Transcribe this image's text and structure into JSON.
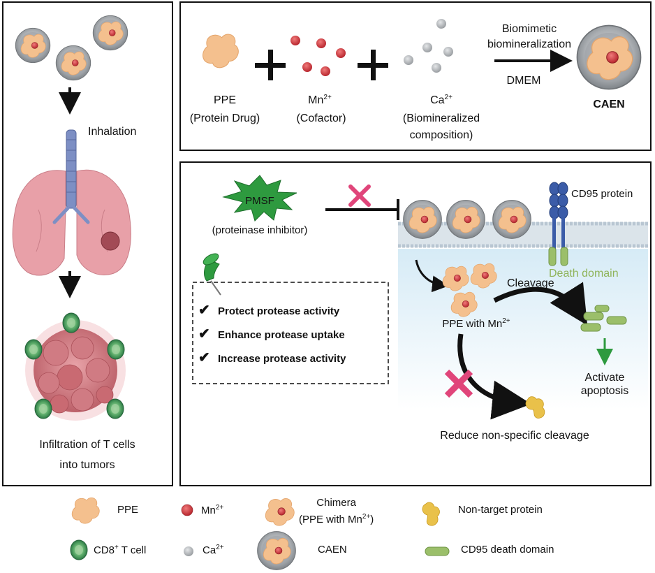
{
  "panel_left": {
    "step_inhalation": "Inhalation",
    "caption_line1": "Infiltration of T cells",
    "caption_line2": "into tumors"
  },
  "panel_top": {
    "ppe_name": "PPE",
    "ppe_desc": "(Protein Drug)",
    "mn_name": "Mn",
    "mn_sup": "2+",
    "mn_desc": "(Cofactor)",
    "ca_name": "Ca",
    "ca_sup": "2+",
    "ca_desc_line1": "(Biomineralized",
    "ca_desc_line2": "composition)",
    "arrow_label_line1": "Biomimetic",
    "arrow_label_line2": "biomineralization",
    "arrow_sublabel": "DMEM",
    "product": "CAEN"
  },
  "panel_bottom": {
    "inhibitor_name": "PMSF",
    "inhibitor_desc": "(proteinase inhibitor)",
    "benefits": [
      "Protect protease activity",
      "Enhance  protease uptake",
      "Increase protease activity"
    ],
    "cd95_label": "CD95 protein",
    "death_domain_label": "Death domain",
    "cleavage_label": "Cleavage",
    "ppe_mn_label": "PPE with Mn",
    "ppe_mn_sup": "2+",
    "apoptosis_line1": "Activate",
    "apoptosis_line2": "apoptosis",
    "reduce_label": "Reduce non-specific cleavage"
  },
  "legend": {
    "ppe": "PPE",
    "mn": "Mn",
    "mn_sup": "2+",
    "chimera_line1": "Chimera",
    "chimera_line2": "(PPE with Mn",
    "chimera_sup": "2+",
    "chimera_close": ")",
    "nontarget": "Non-target protein",
    "cd8_pre": "CD8",
    "cd8_sup": "+",
    "cd8_post": " T cell",
    "ca": "Ca",
    "ca_sup": "2+",
    "caen": "CAEN",
    "cd95dd": "CD95 death domain"
  },
  "colors": {
    "ppe": "#f4c08e",
    "mn": "#d8454a",
    "ca": "#b5b8ba",
    "caen_shell": "#9a9ea3",
    "lung": "#e8a0a8",
    "trachea": "#7d8fc4",
    "tumor": "#c96a72",
    "tcell": "#3f8d55",
    "death_domain": "#9bbf6a",
    "cd95": "#3b5ca8",
    "inhibitor": "#2e9a3f",
    "cross": "#e0457a",
    "nontarget": "#e9c14a"
  }
}
